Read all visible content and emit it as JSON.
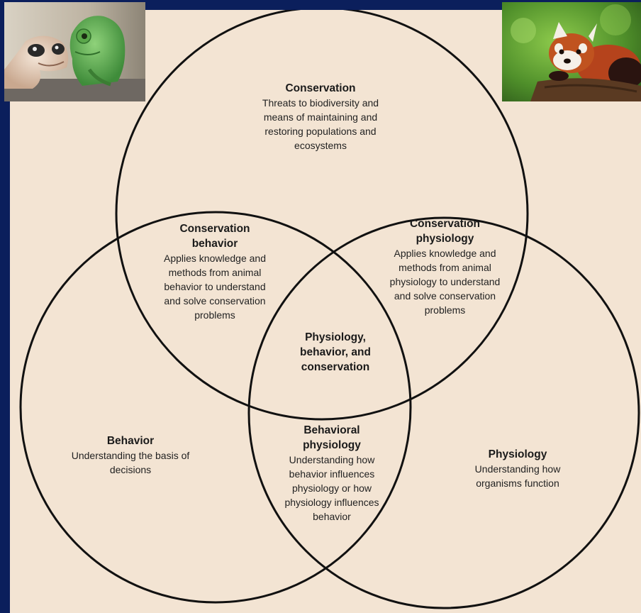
{
  "regions": {
    "conservation": {
      "title": "Conservation",
      "desc": "Threats to biodiversity and means of maintaining and restoring populations and ecosystems"
    },
    "conservation_behavior": {
      "title": "Conservation behavior",
      "desc": "Applies knowledge and methods from animal behavior to understand and solve conservation problems"
    },
    "conservation_physiology": {
      "title": "Conservation physiology",
      "desc": "Applies knowledge and methods from animal physiology to understand and solve conservation problems"
    },
    "center": {
      "title": "Physiology, behavior, and conservation"
    },
    "behavior": {
      "title": "Behavior",
      "desc": "Understanding the basis of decisions"
    },
    "behavioral_physiology": {
      "title": "Behavioral physiology",
      "desc": "Understanding how behavior influences physiology or how physiology influences behavior"
    },
    "physiology": {
      "title": "Physiology",
      "desc": "Understanding how organisms function"
    }
  },
  "photos": {
    "left": "gecko-and-chameleon-photo",
    "right": "red-panda-photo"
  },
  "colors": {
    "background": "#0b1f5c",
    "panel": "#f3e4d3",
    "circle_stroke": "#111111"
  }
}
